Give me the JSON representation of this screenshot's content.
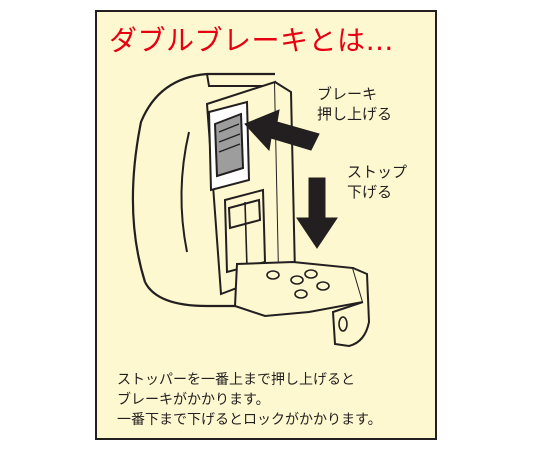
{
  "title": {
    "text": "ダブルブレーキとは…",
    "color": "#e60012"
  },
  "callouts": {
    "brake_line1": "ブレーキ",
    "brake_line2": "押し上げる",
    "stop_line1": "ストップ",
    "stop_line2": "下げる"
  },
  "description": {
    "line1": "ストッパーを一番上まで押し上げると",
    "line2": "ブレーキがかかります。",
    "line3": "一番下まで下げるとロックがかかります。"
  },
  "colors": {
    "background": "#fdf8cf",
    "border": "#231f20",
    "arrow": "#231f20",
    "brake_tab": "#9d9d9d"
  },
  "icons": {
    "brake_arrow": "arrow-left-icon",
    "stop_arrow": "arrow-down-icon"
  }
}
